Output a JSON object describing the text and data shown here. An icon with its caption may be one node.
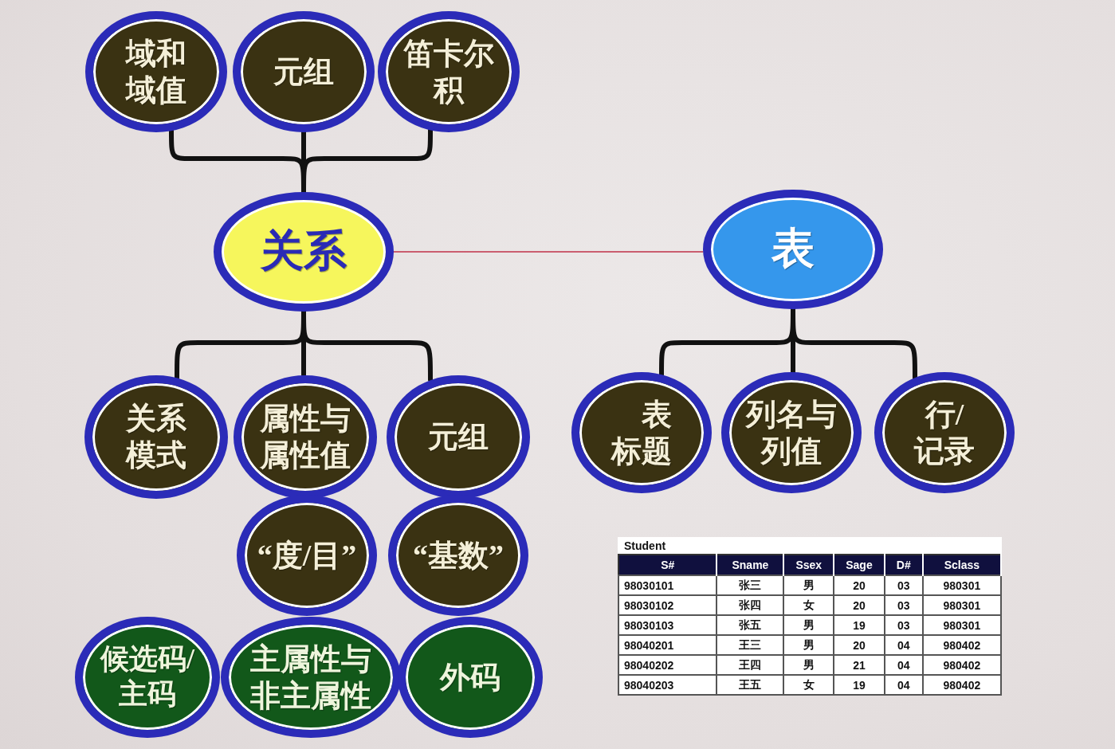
{
  "diagram": {
    "nodes": [
      {
        "text": [
          "域和域值"
        ]
      },
      {
        "text": [
          "元组"
        ]
      },
      {
        "text": [
          "笛卡尔积"
        ]
      },
      {
        "text": [
          "关系"
        ]
      },
      {
        "text": [
          "表"
        ]
      },
      {
        "text": [
          "关系模式"
        ]
      },
      {
        "text": [
          "属性与属性值"
        ]
      },
      {
        "text": [
          "元组"
        ]
      },
      {
        "text": [
          "表标题"
        ]
      },
      {
        "text": [
          "列名与列值"
        ]
      },
      {
        "text": [
          "行/记录"
        ]
      },
      {
        "text": [
          "“度/目”"
        ]
      },
      {
        "text": [
          "“基数”"
        ]
      },
      {
        "text": [
          "候选码/主码"
        ]
      },
      {
        "text": [
          "主属性与非主属性"
        ]
      },
      {
        "text": [
          "外码"
        ]
      }
    ],
    "edges": [
      {
        "from": 0,
        "to": 3,
        "arrow": "none"
      },
      {
        "from": 1,
        "to": 3,
        "arrow": "none"
      },
      {
        "from": 2,
        "to": 3,
        "arrow": "none"
      },
      {
        "from": 3,
        "to": 4,
        "arrow": "none",
        "color": "#c03048"
      },
      {
        "from": 3,
        "to": 5,
        "arrow": "none"
      },
      {
        "from": 3,
        "to": 6,
        "arrow": "none"
      },
      {
        "from": 3,
        "to": 7,
        "arrow": "none"
      },
      {
        "from": 4,
        "to": 8,
        "arrow": "none"
      },
      {
        "from": 4,
        "to": 9,
        "arrow": "none"
      },
      {
        "from": 4,
        "to": 10,
        "arrow": "none"
      }
    ],
    "labels": [
      "Student",
      "S#",
      "Sname",
      "Ssex",
      "Sage",
      "D#",
      "Sclass",
      "98030101",
      "张三",
      "男",
      "20",
      "03",
      "980301",
      "98030102",
      "张四",
      "女",
      "20",
      "03",
      "980301",
      "98030103",
      "张五",
      "男",
      "19",
      "03",
      "980301",
      "98040201",
      "王三",
      "男",
      "20",
      "04",
      "980402",
      "98040202",
      "王四",
      "男",
      "21",
      "04",
      "980402",
      "98040203",
      "王五",
      "女",
      "19",
      "04",
      "980402"
    ]
  }
}
